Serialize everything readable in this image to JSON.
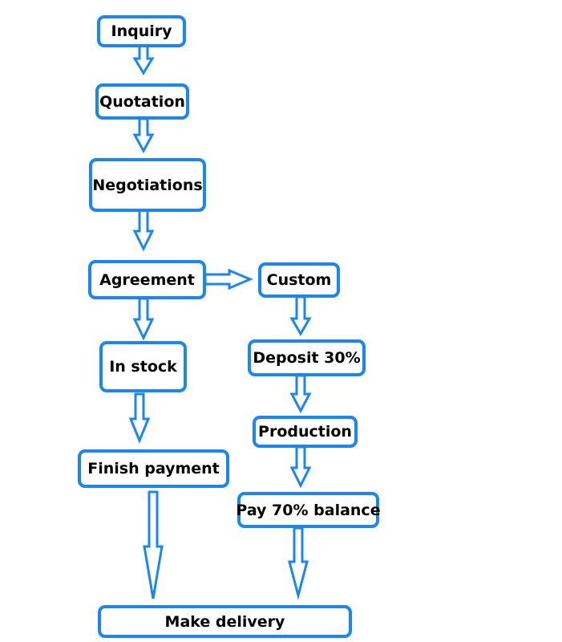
{
  "colors": {
    "stroke": "#1a86f0",
    "fill": "#ffffff",
    "text": "#000000"
  },
  "nodes": {
    "inquiry": "Inquiry",
    "quotation": "Quotation",
    "negotiations": "Negotiations",
    "agreement": "Agreement",
    "custom": "Custom",
    "in_stock": "In stock",
    "deposit": "Deposit 30%",
    "production": "Production",
    "finish_payment": "Finish payment",
    "pay_balance": "Pay 70% balance",
    "make_delivery": "Make delivery"
  }
}
